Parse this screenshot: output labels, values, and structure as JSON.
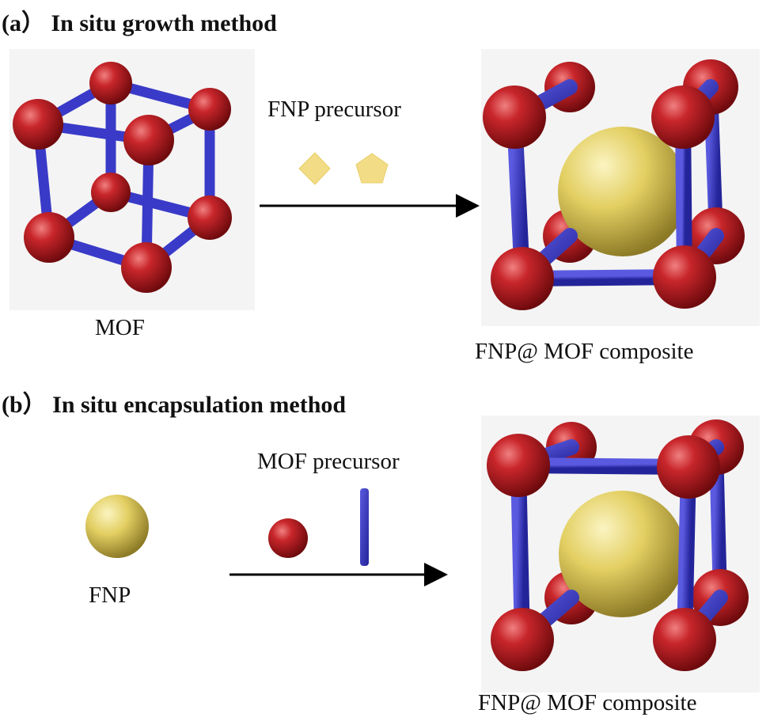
{
  "panel_a": {
    "title": "(a） In situ growth method",
    "start_label": "MOF",
    "reagent_label": "FNP precursor",
    "product_label": "FNP@ MOF composite"
  },
  "panel_b": {
    "title": "(b） In situ encapsulation method",
    "start_label": "FNP",
    "reagent_label": "MOF precursor",
    "product_label": "FNP@ MOF composite"
  },
  "colors": {
    "node_red": "#b3191e",
    "linker_blue": "#3a3ac8",
    "fnp_yellow": "#e8d66a",
    "arrow": "#000000"
  }
}
